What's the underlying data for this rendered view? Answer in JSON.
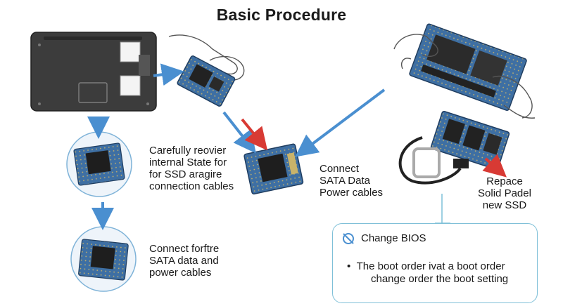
{
  "title": "Basic Procedure",
  "steps": {
    "remove_cables": {
      "lines": [
        "Carefully reovier",
        "internal State for",
        "for SSD aragire",
        "connection cables"
      ]
    },
    "connect_center": {
      "lines": [
        "Connect",
        "SATA Data",
        "Power cables"
      ]
    },
    "connect_left": {
      "lines": [
        "Connect forftre",
        "SATA data and",
        "power cables"
      ]
    },
    "replace": {
      "lines": [
        "Repace",
        "Solid Padel",
        "new SSD"
      ]
    },
    "bios": {
      "heading": "Change BIOS",
      "bullet": "•",
      "lines": [
        "The boot order ivat a boot order",
        "change order the boot setting"
      ]
    }
  },
  "colors": {
    "arrow_blue": "#4a8fd0",
    "arrow_red": "#d83a34",
    "board_blue": "#3e6fa3",
    "laptop_gray": "#3c3c3c",
    "circle_stroke": "#7fb3d8",
    "box_stroke": "#7fc0d8"
  }
}
